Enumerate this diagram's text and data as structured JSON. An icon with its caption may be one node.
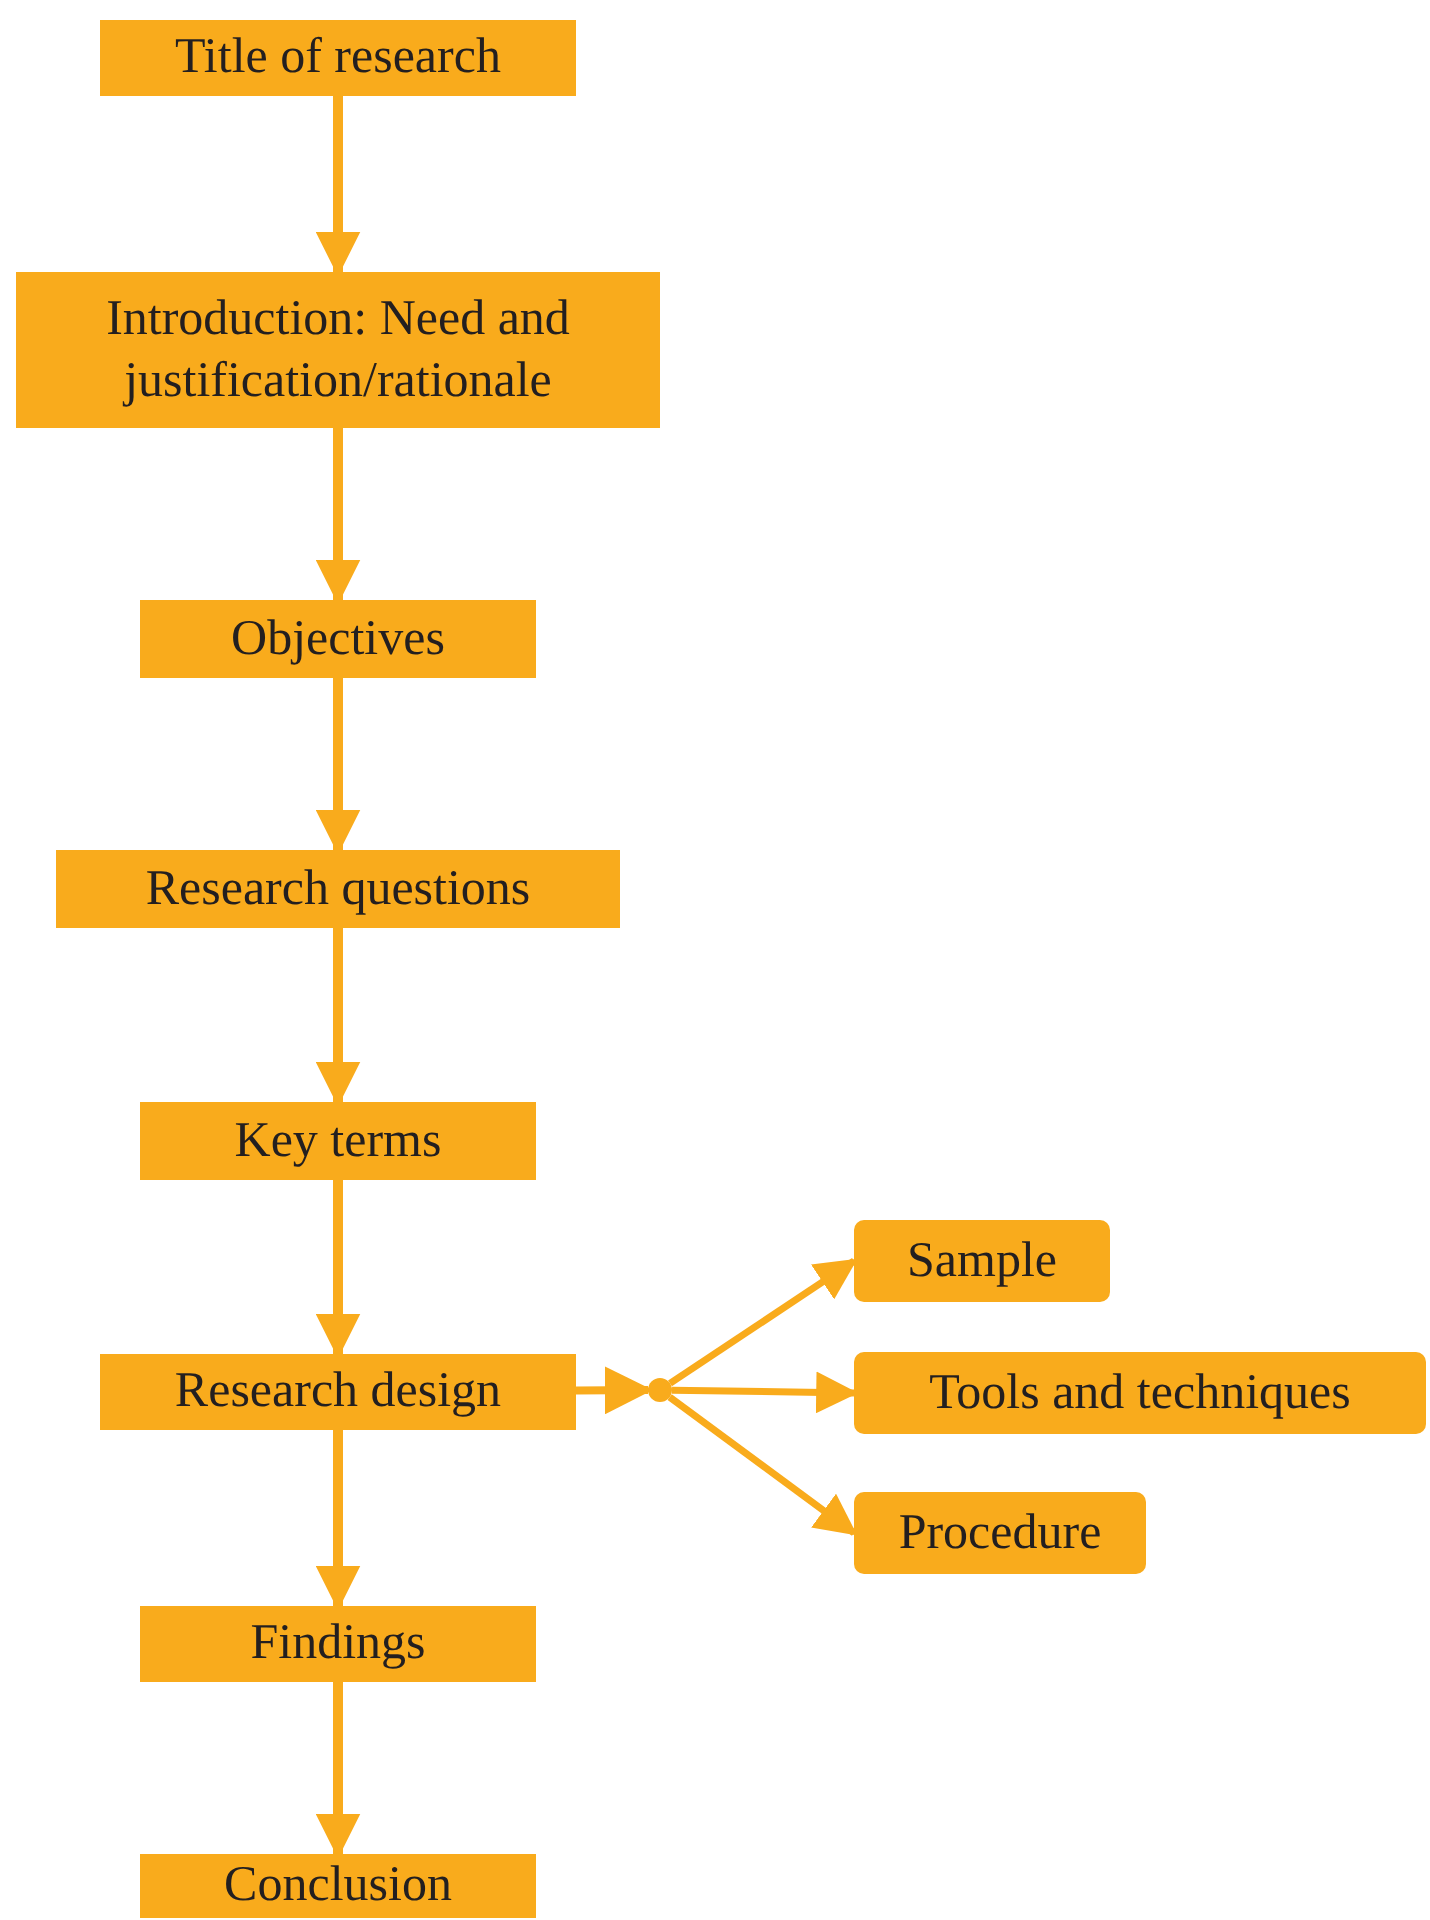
{
  "diagram": {
    "nodes": [
      {
        "text": [
          "Title of research"
        ]
      },
      {
        "text": [
          "Introduction: Need and justification/rationale"
        ]
      },
      {
        "text": [
          "Objectives"
        ]
      },
      {
        "text": [
          "Research questions"
        ]
      },
      {
        "text": [
          "Key terms"
        ]
      },
      {
        "text": [
          "Research design"
        ]
      },
      {
        "text": [
          "Findings"
        ]
      },
      {
        "text": [
          "Conclusion"
        ]
      },
      {
        "text": [],
        "shape": "circle"
      },
      {
        "text": [
          "Sample"
        ]
      },
      {
        "text": [
          "Tools and techniques"
        ]
      },
      {
        "text": [
          "Procedure"
        ]
      }
    ],
    "edges": [
      {
        "from": 0,
        "to": 1,
        "arrow": "to"
      },
      {
        "from": 1,
        "to": 2,
        "arrow": "to"
      },
      {
        "from": 2,
        "to": 3,
        "arrow": "to"
      },
      {
        "from": 3,
        "to": 4,
        "arrow": "to"
      },
      {
        "from": 4,
        "to": 5,
        "arrow": "to"
      },
      {
        "from": 5,
        "to": 6,
        "arrow": "to"
      },
      {
        "from": 6,
        "to": 7,
        "arrow": "to"
      },
      {
        "from": 5,
        "to": 8,
        "arrow": "to"
      },
      {
        "from": 8,
        "to": 9,
        "arrow": "to"
      },
      {
        "from": 8,
        "to": 10,
        "arrow": "to"
      },
      {
        "from": 8,
        "to": 11,
        "arrow": "to"
      }
    ]
  }
}
